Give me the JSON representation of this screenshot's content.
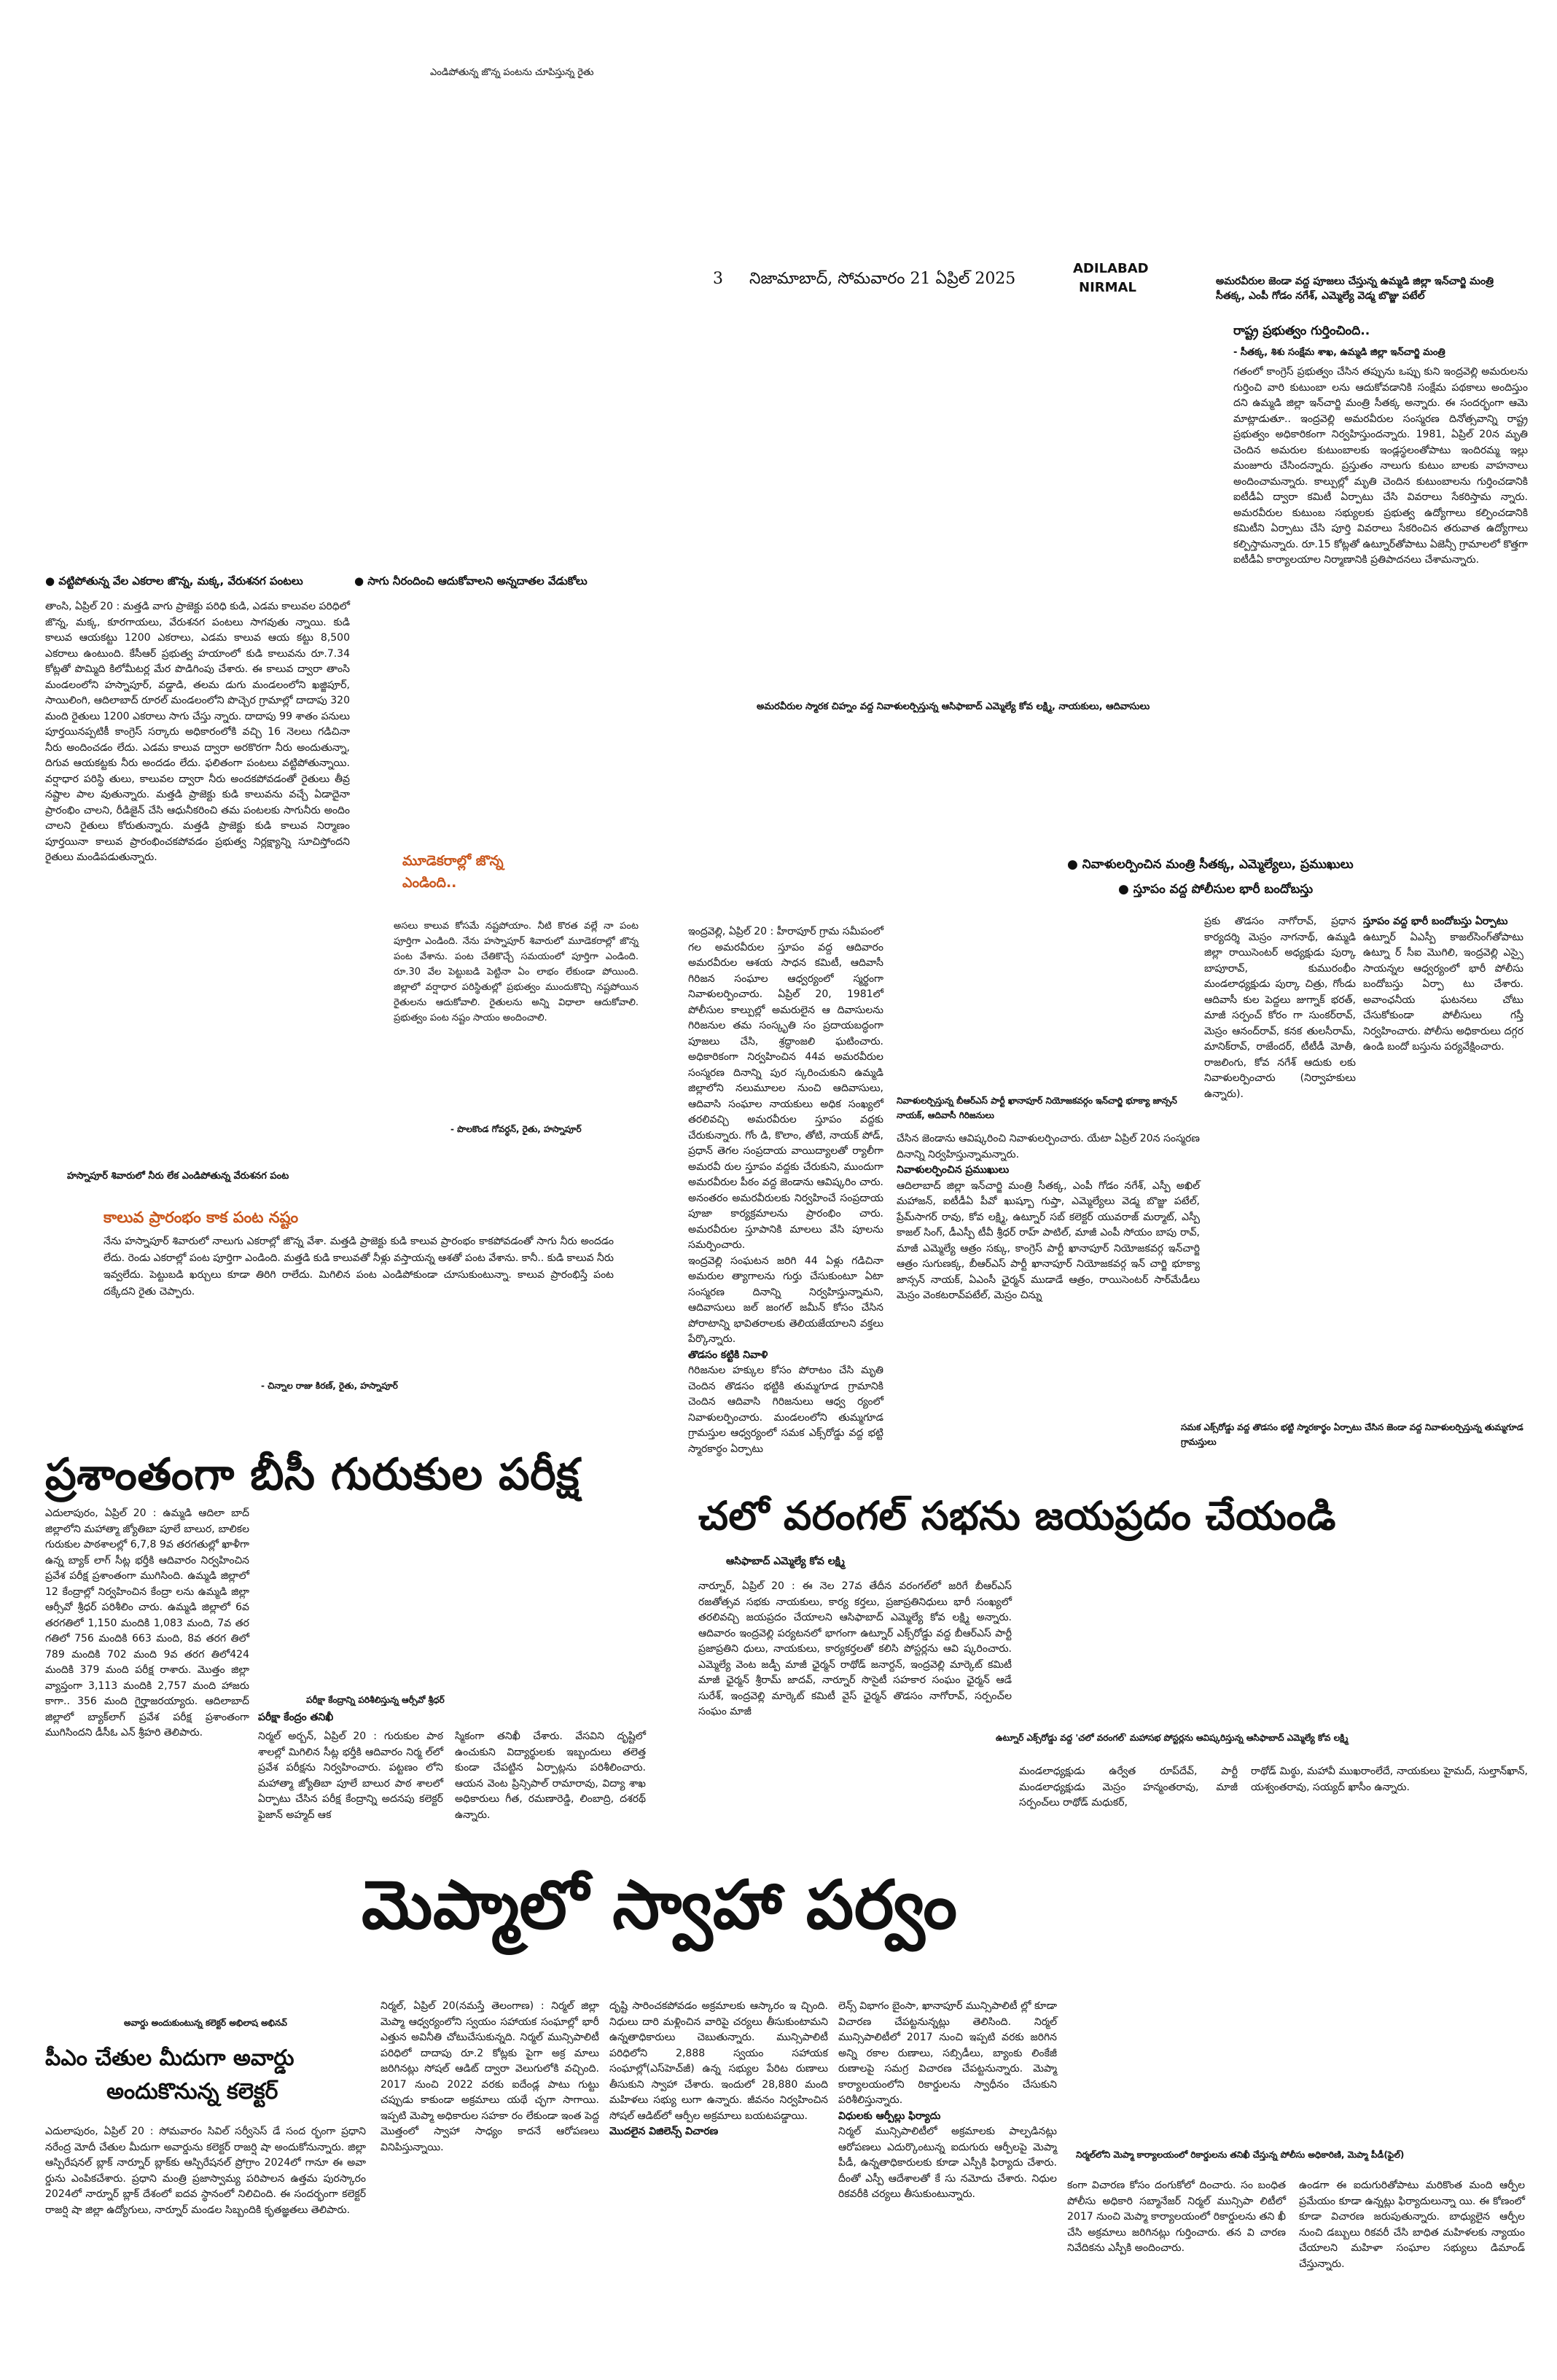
{
  "page": {
    "top_note": "ఎండిపోతున్న జొన్న పంటను చూపిస్తున్న రైతు",
    "page_number": "3",
    "dateline": "నిజామాబాద్, సోమవారం 21 ఏప్రిల్ 2025",
    "edition_1": "ADILABAD",
    "edition_2": "NIRMAL"
  },
  "story_crops": {
    "bullet_1": "● వట్టిపోతున్న వేల ఎకరాల జొన్న, మక్క, వేరుశనగ పంటలు",
    "bullet_2": "● సాగు నీరందించి ఆదుకోవాలని అన్నదాతల వేడుకోలు",
    "body": "తాంసి, ఏప్రిల్ 20 : మత్తడి వాగు ప్రాజెక్టు పరిధి కుడి, ఎడమ కాలువల పరిధిలో జొన్న, మక్క, కూరగాయలు, వేరుశనగ పంటలు సాగవుతు న్నాయి. కుడి కాలువ ఆయకట్టు 1200 ఎకరాలు, ఎడమ కాలువ ఆయ కట్టు 8,500 ఎకరాలు ఉంటుంది. కేసీఆర్ ప్రభుత్వ హయాంలో కుడి కాలువను రూ.7.34 కోట్లతో పొమ్మిది కిలోమీటర్ల మేర పొడిగింపు చేశారు. ఈ కాలువ ద్వారా తాంసి మండలంలోని హస్నాపూర్, వడ్డాడి, తలమ డుగు మండలంలోని ఖజ్జిపూర్, సాయిలింగి, ఆదిలాబాద్ రూరల్ మండలంలోని పొచ్చెర గ్రామాల్లో దాదాపు 320 మంది రైతులు 1200 ఎకరాలు సాగు చేస్తు న్నారు. దాదాపు 99 శాతం పనులు పూర్తయినప్పటికీ కాంగ్రెస్ సర్కారు అధికారంలోకి వచ్చి 16 నెలలు గడిచినా నీరు అందించడం లేదు. ఎడమ కాలువ ద్వారా అరకొరగా నీరు అందుతున్నా, దిగువ ఆయకట్టకు నీరు అందడం లేదు. ఫలితంగా పంటలు వట్టిపోతున్నాయి. వర్షాధార పరిస్థి తులు, కాలువల ద్వారా నీరు అందకపోవడంతో రైతులు తీవ్ర నష్టాల పాల వుతున్నారు. మత్తడి ప్రాజెక్టు కుడి కాలువను వచ్చే ఏడాదైనా ప్రారంభిం చాలని, రీడిజైన్ చేసి ఆధునీకరించి తమ పంటలకు సాగునీరు అందిం చాలని రైతులు కోరుతున్నారు. మత్తడి ప్రాజెక్టు కుడి కాలువ నిర్మాణం పూర్తయినా కాలువ ప్రారంభించకపోవడం ప్రభుత్వ నిర్లక్ష్యాన్ని సూచిస్తోందని రైతులు మండిపడుతున్నారు.",
    "photo_caption": "హస్నాపూర్ శివారులో నీరు లేక ఎండిపోతున్న వేరుశనగ పంట",
    "quote_head": "మూడెకరాల్లో జొన్న ఎండింది..",
    "quote_body": "అసలు కాలువ కోసమే నష్టపోయాం. నీటి కొరత వల్లే నా పంట పూర్తిగా ఎండింది. నేను హస్నాపూర్ శివారులో మూడెకరాల్లో జొన్న పంట వేశాను. పంట చేతికొచ్చే సమయంలో పూర్తిగా ఎండింది. రూ.30 వేల పెట్టుబడి పెట్టినా ఏం లాభం లేకుండా పోయింది. జిల్లాలో వర్షాధార పరిస్థితుల్లో ప్రభుత్వం ముందుకొచ్చి నష్టపోయిన రైతులను ఆదుకోవాలి. రైతులను అన్ని విధాలా ఆదుకోవాలి. ప్రభుత్వం పంట నష్టం సాయం అందించాలి.",
    "quote_attr": "- పొలకొండ గోవర్ధన్, రైతు, హస్నాపూర్",
    "quote2_head": "కాలువ ప్రారంభం కాక పంట నష్టం",
    "quote2_body": "నేను హస్నాపూర్ శివారులో నాలుగు ఎకరాల్లో జొన్న వేశా. మత్తడి ప్రాజెక్టు కుడి కాలువ ప్రారంభం కాకపోవడంతో సాగు నీరు అందడం లేదు. రెండు ఎకరాల్లో పంట పూర్తిగా ఎండింది. మత్తడి కుడి కాలువతో నీళ్లు వస్తాయన్న ఆశతో పంట వేశాను. కానీ.. కుడి కాలువ నీరు ఇవ్వలేదు. పెట్టుబడి ఖర్చులు కూడా తిరిగి రాలేదు. మిగిలిన పంట ఎండిపోకుండా చూసుకుంటున్నా. కాలువ ప్రారంభిస్తే పంట దక్కేదని రైతు చెప్పారు.",
    "quote2_attr": "- చిన్నాల రాజు కిరణ్, రైతు, హస్నాపూర్"
  },
  "story_tribute": {
    "top_caption": "అమరవీరుల జెండా వద్ద పూజలు చేస్తున్న ఉమ్మడి జిల్లా ఇన్‌చార్జి మంత్రి సీతక్క, ఎంపీ గోడం నగేశ్, ఎమ్మెల్యే వెడ్మ బొజ్జు పటేల్",
    "headline": "రాష్ట్ర ప్రభుత్వం గుర్తించింది..",
    "kicker": "- సీతక్క, శిశు సంక్షేమ శాఖ, ఉమ్మడి జిల్లా ఇన్‌చార్జి మంత్రి",
    "body": "గతంలో కాంగ్రెస్ ప్రభుత్వం చేసిన తప్పును ఒప్పు కుని ఇంద్రవెల్లి అమరులను గుర్తించి వారి కుటుంబా లను ఆదుకోవడానికి సంక్షేమ పథకాలు అందిస్తుం దని ఉమ్మడి జిల్లా ఇన్‌చార్జి మంత్రి సీతక్క అన్నారు. ఈ సందర్భంగా ఆమె మాట్లాడుతూ.. ఇంద్రవెల్లి అమరవీరుల సంస్మరణ దినోత్సవాన్ని రాష్ట్ర ప్రభుత్వం అధికారికంగా నిర్వహిస్తుందన్నారు. 1981, ఏప్రిల్ 20న మృతి చెందిన అమరుల కుటుంబాలకు ఇండ్లస్థలంతోపాటు ఇందిరమ్మ ఇల్లు మంజూరు చేసిందన్నారు. ప్రస్తుతం నాలుగు కుటుం బాలకు వాహనాలు అందించామన్నారు. కాల్పుల్లో మృతి చెందిన కుటుంబాలను గుర్తించడానికి ఐటీడీఏ ద్వారా కమిటీ ఏర్పాటు చేసి వివరాలు సేకరిస్తామ న్నారు. అమరవీరుల కుటుంబ సభ్యులకు ప్రభుత్వ ఉద్యోగాలు కల్పించడానికి కమిటీని ఏర్పాటు చేసి పూర్తి వివరాలు సేకరించిన తరువాత ఉద్యోగాలు కల్పిస్తామన్నారు. రూ.15 కోట్లతో ఉట్నూర్‌తోపాటు ఏజెన్సీ గ్రామాలలో కొత్తగా ఐటీడీఏ కార్యాలయాల నిర్మాణానికి ప్రతిపాదనలు చేశామన్నారు.",
    "photo_caption": "అమరవీరుల స్మారక చిహ్నం వద్ద నివాళులర్పిస్తున్న ఆసిఫాబాద్ ఎమ్మెల్యే కోవ లక్ష్మి, నాయకులు, ఆదివాసులు"
  },
  "story_indravelli": {
    "bullet_1": "● నివాళులర్పించిన మంత్రి సీతక్క, ఎమ్మెల్యేలు, ప్రముఖులు",
    "bullet_2": "● స్తూపం వద్ద పోలీసుల భారీ బందోబస్తు",
    "body_1": "ఇంద్రవెల్లి, ఏప్రిల్ 20 : హీరాపూర్ గ్రామ సమీపంలో గల అమరవీరుల స్తూపం వద్ద ఆదివారం అమరవీరుల ఆశయ సాధన కమిటీ, ఆదివాసీ గిరిజన సంఘాల ఆధ్వర్యంలో స్మర్థంగా నివాళులర్పించారు. ఏప్రిల్ 20, 1981లో పోలీసుల కాల్పుల్లో అమరులైన ఆ దివాసులను గిరిజనుల తమ సంస్కృతి సం ప్రదాయబద్ధంగా పూజలు చేసి, శ్రద్ధాంజలి ఘటించారు. అధికారికంగా నిర్వహించిన 44వ అమరవీరుల సంస్మరణ దినాన్ని పుర స్కరించుకుని ఉమ్మడి జిల్లాలోని నలుమూలల నుంచి ఆదివాసులు, ఆదివాసి సంఘాల నాయకులు అధిక సంఖ్యలో తరలివచ్చి అమరవీరుల స్తూపం వద్దకు చేరుకున్నారు. గోం డి, కొలాం, తోటి, నాయక్ పోడ్, ప్రధాన్ తెగల సంప్రదాయ వాయిద్యాలతో ర్యాలీగా అమరవీ రుల స్తూపం వద్దకు చేరుకుని, ముందుగా అమరవీరుల పీఠం వద్ద జెండాను ఆవిష్కరిం చారు. అనంతరం అమరవీరులకు నిర్వహించే సంప్రదాయ పూజా కార్యక్రమాలను ప్రారంభిం చారు. అమరవీరుల స్తూపానికి మాలలు వేసి పూలను సమర్పించారు.",
    "body_1b": "ఇంద్రవెల్లి సంఘటన జరిగి 44 ఏళ్లు గడిచినా అమరుల త్యాగాలను గుర్తు చేసుకుంటూ ఏటా సంస్మరణ దినాన్ని నిర్వహిస్తున్నామని, ఆదివాసులు జల్ జంగల్ జమీన్ కోసం చేసిన పోరాటాన్ని భావితరాలకు తెలియజేయాలని వక్తలు పేర్కొన్నారు.",
    "sub_1": "తొడసం కట్టికి నివాళి",
    "body_2": "గిరిజనుల హక్కుల కోసం పోరాటం చేసి మృతి చెందిన తొడసం భట్టికి తుమ్మగూడ గ్రామానికి చెందిన ఆదివాసి గిరిజనులు ఆధ్వ ర్యంలో నివాళులర్పించారు. మండలంలోని తుమ్మగూడ గ్రామస్తుల ఆధ్వర్యంలో సమక ఎక్స్‌రోడ్డు వద్ద భట్టి స్మారకార్థం ఏర్పాటు",
    "mid_caption": "నివాళులర్పిస్తున్న బీఆర్ఎస్ పార్టీ ఖానాపూర్ నియోజకవర్గం ఇన్‌చార్జి భూక్యా జాన్సన్ నాయక్, ఆదివాసీ గిరిజనులు",
    "body_3": "చేసిన జెండాను ఆవిష్కరించి నివాళులర్పించారు. యేటా ఏప్రిల్ 20న సంస్మరణ దినాన్ని నిర్వహిస్తున్నామన్నారు.",
    "sub_2": "నివాళులర్పించిన ప్రముఖులు",
    "body_4": "ఆదిలాబాద్ జిల్లా ఇన్‌చార్జి మంత్రి సీతక్క, ఎంపీ గోడం నగేశ్, ఎస్పీ అఖిల్ మహాజన్, ఐటీడీఏ పీవో ఖుష్బూ గుప్తా, ఎమ్మెల్యేలు వెడ్మ బొజ్జు పటేల్, ప్రేమ్‌సాగర్ రావు, కోవ లక్ష్మి, ఉట్నూర్ సబ్ కలెక్టర్ యువరాజ్ మర్మాట్, ఎస్పీ కాజల్ సింగ్, డీఎస్పీ టీవీ శ్రీధర్ రాహ్ పాటిల్, మాజీ ఎంపీ సోయం బాపు రావ్, మాజీ ఎమ్మెల్యే ఆత్రం సక్కు, కాంగ్రెస్ పార్టీ ఖానాపూర్ నియోజకవర్గ ఇన్‌చార్జి ఆత్రం సుగుణక్క, బీఆర్ఎస్ పార్టీ ఖానాపూర్ నియోజకవర్గ ఇన్ చార్జి భూక్యా జాన్సన్ నాయక్, ఏఎంసీ ఛైర్మన్ ముడాడే ఆత్రం, రాయిసెంటర్ సార్‌మేడీలు మెస్రం వెంకటరావ్‌పటేల్, మెస్రం చిన్ను",
    "right_body_1": "ప్రకు తొడసం నాగోరావ్, ప్రధాన కార్యదర్శి మెస్రం నాగనాథ్, ఉమ్మడి జిల్లా రాయిసెంటర్ అధ్యక్షుడు పుర్కా బాపూరావ్, కుమురంభీం మండలాధ్యక్షుడు పుర్కా చిత్రు, గోండు ఆదివాసీ కుల పెద్దలు జుగ్నాక్ భరత్, మాజీ సర్పంచ్ కోరం గా సుంకర్‌రావ్, మెస్రం ఆనంద్‌రావ్, కనక తులసీరామ్, మానిక్‌రావ్, రాజేందర్, టీటీడీ మోతీ, రాజలింగు, కోవ నగేశ్‌ ఆదుకు లకు నివాళులర్పించారు (నిర్వాహకులు ఉన్నారు).",
    "right_sub": "స్తూపం వద్ద భారీ బందోబస్తు ఏర్పాటు",
    "right_body_2": "ఉట్నూర్ ఏఎస్పీ కాజల్‌సింగ్‌తోపాటు ఉట్నూ ర్ సీఐ మొగిలి, ఇంద్రవెల్లి ఎస్సై సాయన్నల ఆధ్వర్యంలో భారీ పోలీసు బందోబస్తు ఏర్పా టు చేశారు. అవాంఛనీయ ఘటనలు చోటు చేసుకోకుండా పోలీసులు గస్తీ నిర్వహించారు. పోలీసు అధికారులు దగ్గర ఉండి బందో బస్తును పర్యవేక్షించారు.",
    "right_caption": "సమక ఎక్స్‌రోడ్డు వద్ద తొడసం భట్టి స్మారకార్థం ఏర్పాటు చేసిన జెండా వద్ద నివాళులర్పిస్తున్న తుమ్మగూడ గ్రామస్తులు",
    "photo_caption_bottom": "ఉట్నూర్ ఎక్స్‌రోడ్డు వద్ద 'చలో వరంగల్' మహాసభ పోస్టర్లను ఆవిష్కరిస్తున్న ఆసిఫాబాద్ ఎమ్మెల్యే కోవ లక్ష్మి"
  },
  "story_bc": {
    "headline": "ప్రశాంతంగా బీసీ గురుకుల పరీక్ష",
    "body": "ఎదులాపురం, ఏప్రిల్ 20 : ఉమ్మడి ఆదిలా బాద్ జిల్లాలోని మహాత్మా జ్యోతిబా పూలే బాలుర, బాలికల గురుకుల పాఠశాలల్లో 6,7,8 9వ తరగతుల్లో ఖాళీగా ఉన్న బ్యాక్ లాగ్ సీట్ల భర్తీకి ఆదివారం నిర్వహించిన ప్రవేశ పరీక్ష ప్రశాంతంగా ముగిసింది. ఉమ్మడి జిల్లాలో 12 కేంద్రాల్లో నిర్వహించిన కేంద్రా లను ఉమ్మడి జిల్లా ఆర్సీవో శ్రీధర్ పరిశీలిం చారు. ఉమ్మడి జిల్లాలో 6వ తరగతిలో 1,150 మందికి 1,083 మంది, 7వ తర గతిలో 756 మందికి 663 మంది, 8వ తరగ తిలో 789 మందికి 702 మంది 9వ తరగ తిలో424 మందికి 379 మంది పరీక్ష రాశారు. మొత్తం జిల్లా వ్యాప్తంగా 3,113 మందికి 2,757 మంది హాజరు కాగా.. 356 మంది గైర్హాజరయ్యారు. ఆదిలాబాద్ జిల్లాలో బ్యాక్‌లాగ్ ప్రవేశ పరీక్ష ప్రశాంతంగా ముగిసిందని డీసీఓ ఎన్ శ్రీహరి తెలిపారు.",
    "photo_caption": "పరీక్షా కేంద్రాన్ని పరిశీలిస్తున్న ఆర్సీవో శ్రీధర్",
    "sub": "పరీక్షా కేంద్రం తనిఖీ",
    "body_2": "నిర్మల్ అర్బన్, ఏప్రిల్ 20 : గురుకుల పాఠ శాలల్లో మిగిలిన సీట్ల భర్తీకి ఆదివారం నిర్మ ల్‌లో ప్రవేశ పరీక్షను నిర్వహించారు. పట్టణం లోని మహాత్మా జ్యోతిబా పూలే బాలుర పాఠ శాలలో ఏర్పాటు చేసిన పరీక్ష కేంద్రాన్ని అదనపు కలెక్టర్ ఫైజాన్ అహ్మద్ ఆక",
    "body_3": "స్మికంగా తనిఖీ చేశారు. వేసవిని దృష్టిలో ఉంచుకుని విద్యార్థులకు ఇబ్బందులు తలెత్త కుండా చేపట్టిన ఏర్పాట్లను పరిశీలించారు. ఆయన వెంట ప్రిన్సిపాల్ రామారావు, విద్యా శాఖ అధికారులు గీత, రమణారెడ్డి, లింబాద్రి, దశరథ్ ఉన్నారు."
  },
  "story_warangal": {
    "headline": "చలో వరంగల్ సభను జయప్రదం చేయండి",
    "byline": "ఆసిఫాబాద్ ఎమ్మెల్యే కోవ లక్ష్మి",
    "body": "నార్నూర్, ఏప్రిల్ 20 : ఈ నెల 27వ తేదీన వరంగల్‌లో జరిగే బీఆర్ఎస్ రజతోత్సవ సభకు నాయకులు, కార్య కర్తలు, ప్రజాప్రతినిధులు భారీ సంఖ్యలో తరలివచ్చి జయప్రదం చేయాలని ఆసిఫాబాద్ ఎమ్మెల్యే కోవ లక్ష్మి అన్నారు. ఆదివారం ఇంద్రవెల్లి పర్యటనలో భాగంగా ఉట్నూర్ ఎక్స్‌రోడ్డు వద్ద బీఆర్ఎస్ పార్టీ ప్రజాప్రతిని ధులు, నాయకులు, కార్యకర్తలతో కలిసి పోస్టర్లను ఆవి ష్కరించారు. ఎమ్మెల్యే వెంట జడ్పీ మాజీ ఛైర్మన్ రాథోడ్ జనార్దన్, ఇంద్రవెల్లి మార్కెట్ కమిటీ మాజీ ఛైర్మన్ శ్రీరామ్ జాదవ్, నార్నూర్ సొసైటీ సహకార సంఘం ఛైర్మన్ ఆడే సురేశ్, ఇంద్రవెల్లి మార్కెట్ కమిటీ వైస్ ఛైర్మన్ తొడసం నాగోరావ్, సర్పంచ్‌ల సంఘం మాజీ",
    "body_2": "మండలాధ్యక్షుడు ఉర్వేత రూప్‌దేవ్, పార్టీ మండలాధ్యక్షుడు మెస్రం హన్మంతరావు, మాజీ సర్పంచ్‌లు రాథోడ్ మధుకర్,",
    "body_3": "రాథోడ్ మిఠ్ఠు, మహావీ ముఖరాంలేదే, నాయకులు హైమద్, సుల్తాన్‌ఖాన్, యశ్వంతరావు, సయ్యద్ ఖాసీం ఉన్నారు."
  },
  "story_swaha": {
    "headline": "మెప్మాలో స్వాహా పర్వం",
    "body_1": "నిర్మల్, ఏప్రిల్ 20(నమస్తే తెలంగాణ) : నిర్మల్ జిల్లా మెప్మా ఆధ్వర్యంలోని స్వయం సహాయక సంఘాల్లో భారీ ఎత్తున అవినీతి చోటుచేసుకున్నది. నిర్మల్ మున్సిపాలిటీ పరిధిలో దాదాపు రూ.2 కోట్లకు పైగా అక్ర మాలు జరిగినట్లు సోషల్ ఆడిట్ ద్వారా వెలుగులోకి వచ్చింది. 2017 నుంచి 2022 వరకు ఐదేండ్ల పాటు గుట్టు చప్పుడు కాకుండా అక్రమాలు యథే చ్ఛగా సాగాయి. ఇప్పటి మెప్మా అధికారుల సహకా రం లేకుండా ఇంత పెద్ద మొత్తంలో స్వాహా సాధ్యం కాదనే ఆరోపణలు వినిపిస్తున్నాయి.",
    "body_2": "దృష్టి సారించకపోవడం అక్రమాలకు ఆస్కారం ఇ చ్చింది. నిధులు దారి మళ్లించిన వారిపై చర్యలు తీసుకుంటామని ఉన్నతాధికారులు చెబుతున్నారు. మున్సిపాలిటీ పరిధిలోని 2,888 స్వయం సహాయక సంఘాల్లో(ఎస్‌హెచ్‌జీ) ఉన్న సభ్యుల పేరిట రుణాలు తీసుకుని స్వాహా చేశారు. ఇందులో 28,880 మంది మహిళలు సభ్యు లుగా ఉన్నారు. జీవనం నిర్వహించిన సోషల్ ఆడిట్‌లో ఆర్పీల అక్రమాలు బయటపడ్డాయి.",
    "sub": "మొదలైన విజిలెన్స్ విచారణ",
    "body_3": "లెన్స్ విభాగం బైంసా, ఖానాపూర్ మున్సిపాలిటీ ల్లో కూడా విచారణ చేపట్టనున్నట్లు తెలిసింది. నిర్మల్ మున్సిపాలిటీలో 2017 నుంచి ఇప్పటి వరకు జరిగిన అన్ని రకాల రుణాలు, సబ్సిడీలు, బ్యాంకు లింకేజీ రుణాలపై సమగ్ర విచారణ చేపట్టనున్నారు. మెప్మా కార్యాలయంలోని రికార్డులను స్వాధీనం చేసుకుని పరిశీలిస్తున్నారు.",
    "sub_2": "విధులకు ఆర్పీల్లు ఫిర్యాదు",
    "body_4": "నిర్మల్ మున్సిపాలిటీలో అక్రమాలకు పాల్పడినట్లు ఆరోపణలు ఎదుర్కొంటున్న ఐదుగురు ఆర్పీలపై మెప్మా పీడీ, ఉన్నతాధికారులకు కూడా ఎస్పీకి ఫిర్యాదు చేశారు. దీంతో ఎస్పీ ఆదేశాలతో కే సు నమోదు చేశారు. నిధుల రికవరీకి చర్యలు తీసుకుంటున్నారు.",
    "photo_caption": "నిర్మల్‌లోని మెప్మా కార్యాలయంలో రికార్డులను తనిఖీ చేస్తున్న పోలీసు అధికారిణి, మెప్మా పీడీ(ఫైల్)",
    "body_5": "కంగా విచారణ కోసం దంగుకోలో దించారు. సం బంధిత పోలీసు అధికారి సబ్మానేజర్ నిర్మల్ మున్సిపా లిటీలో 2017 నుంచి మెప్మా కార్యాలయంలో రికార్డులను తని ఖీ చేసి అక్రమాలు జరిగినట్లు గుర్తించారు. తన వి చారణ నివేదికను ఎస్పీకి అందించారు.",
    "body_6": "ఉండగా ఈ ఐదుగురితోపాటు మరికొంత మంది ఆర్పీల ప్రమేయం కూడా ఉన్నట్లు ఫిర్యాదులున్నా యి. ఈ కోణంలో కూడా విచారణ జరుపుతున్నారు. బాధ్యులైన ఆర్పీల నుంచి డబ్బులు రికవరీ చేసి బాధిత మహిళలకు న్యాయం చేయాలని మహిళా సంఘాల సభ్యులు డిమాండ్ చేస్తున్నారు."
  },
  "story_award": {
    "byline": "అవార్డు అందుకుంటున్న కలెక్టర్ అభిలాష అభినవ్",
    "headline_1": "పీఎం చేతుల మీదుగా అవార్డు",
    "headline_2": "అందుకొనున్న కలెక్టర్",
    "body": "ఎదులాపురం, ఏప్రిల్ 20 : సోమవారం సివిల్ సర్వీసెస్ డే సంద ర్భంగా ప్రధాని నరేంద్ర మోదీ చేతుల మీదుగా అవార్డును కలెక్టర్ రాజర్షి షా అందుకోనున్నారు. జిల్లా ఆస్పిరేషనల్ బ్లాక్ నార్నూర్ బ్లాక్‌కు ఆస్పిరేషనల్ ప్రోగ్రాం 2024లో గానూ ఈ అవా ర్డును ఎంపికచేశారు. ప్రధాని మంత్రి ప్రజాస్వామ్య పరిపాలన ఉత్తమ పురస్కారం 2024లో నార్నూర్ బ్లాక్ దేశంలో ఐదవ స్థానంలో నిలిచింది. ఈ సందర్భంగా కలెక్టర్ రాజర్షి షా జిల్లా ఉద్యోగులు, నార్నూర్ మండల సిబ్బందికి కృతజ్ఞతలు తెలిపారు."
  }
}
